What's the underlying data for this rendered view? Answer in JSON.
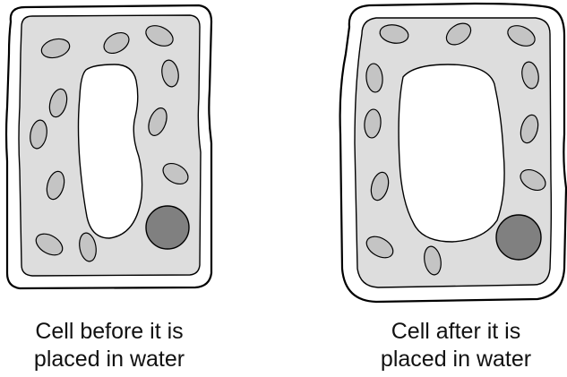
{
  "captions": {
    "before": {
      "line1": "Cell before it is",
      "line2": "placed in water"
    },
    "after": {
      "line1": "Cell after it is",
      "line2": "placed in water"
    }
  },
  "colors": {
    "outline": "#000000",
    "cell_wall": "#ffffff",
    "cytoplasm": "#dddddd",
    "vacuole": "#ffffff",
    "chloroplast": "#c4c4c4",
    "nucleus": "#808080"
  }
}
